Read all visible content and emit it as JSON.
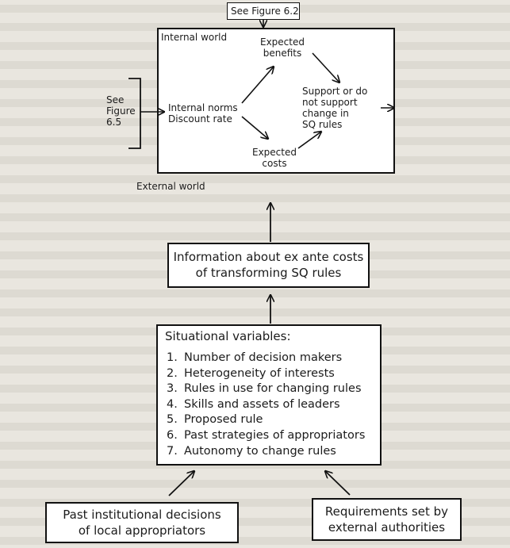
{
  "header_ref": "See Figure 6.2",
  "left_ref": "See\nFigure\n6.5",
  "internal_world": {
    "label": "Internal world",
    "norms": "Internal norms\nDiscount rate",
    "benefits": "Expected\nbenefits",
    "costs": "Expected\ncosts",
    "decision": "Support or do\nnot support\nchange in\nSQ rules"
  },
  "external_world_label": "External world",
  "information_box": "Information about ex ante costs\nof transforming SQ rules",
  "situational": {
    "title": "Situational variables:",
    "items": [
      {
        "num": "1.",
        "text": "Number of decision makers"
      },
      {
        "num": "2.",
        "text": "Heterogeneity of interests"
      },
      {
        "num": "3.",
        "text": "Rules in use for changing rules"
      },
      {
        "num": "4.",
        "text": "Skills and assets of leaders"
      },
      {
        "num": "5.",
        "text": "Proposed rule"
      },
      {
        "num": "6.",
        "text": "Past strategies of appropriators"
      },
      {
        "num": "7.",
        "text": "Autonomy to change rules"
      }
    ]
  },
  "past_decisions": "Past institutional decisions\nof local appropriators",
  "requirements": "Requirements set by\nexternal authorities"
}
